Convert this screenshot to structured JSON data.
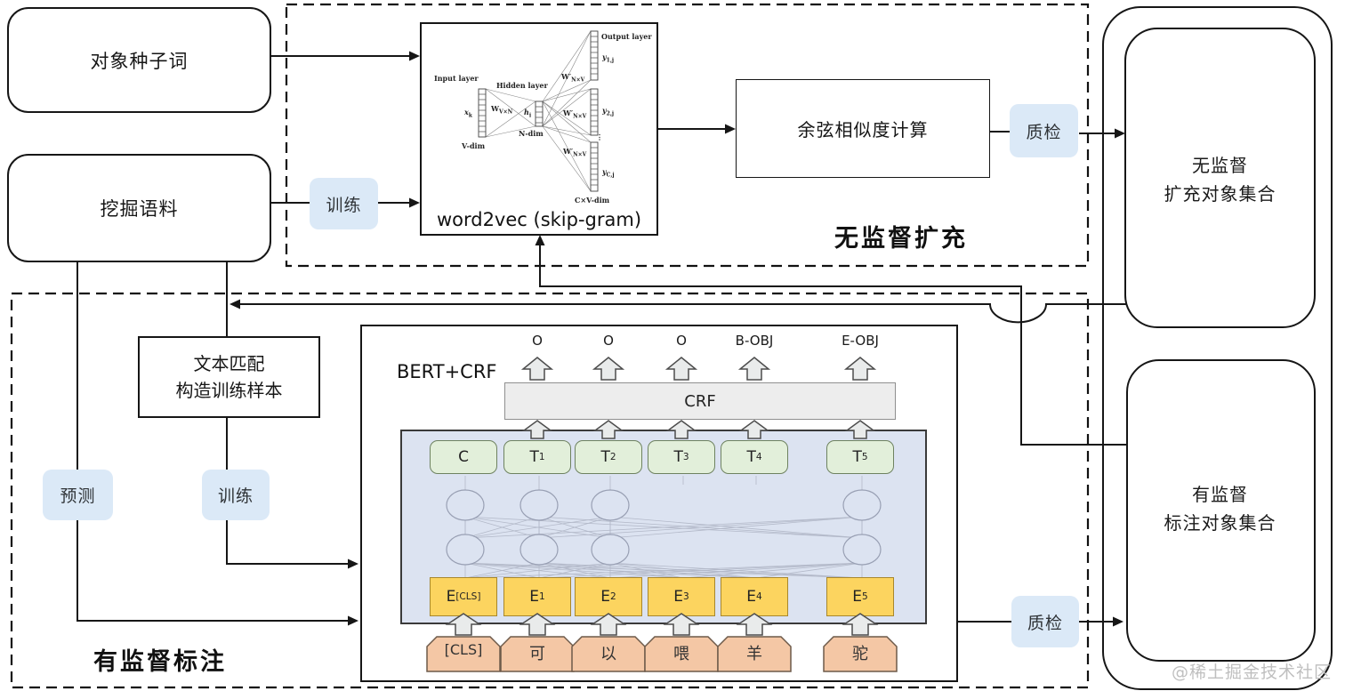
{
  "left": {
    "seed_box": "对象种子词",
    "corpus_box": "挖掘语料"
  },
  "badges": {
    "train_top": "训练",
    "qc_top": "质检",
    "predict": "预测",
    "train_bottom": "训练",
    "qc_bottom": "质检"
  },
  "unsup": {
    "region_label": "无监督扩充",
    "cosine_box": "余弦相似度计算",
    "w2v": {
      "caption": "word2vec (skip-gram)",
      "input_layer": "Input layer",
      "hidden_layer": "Hidden layer",
      "output_layer": "Output layer",
      "x_main": "x",
      "x_sub": "k",
      "w_in_main": "W",
      "w_in_sub": "V×N",
      "h_main": "h",
      "h_sub": "i",
      "w_out_main": "W′",
      "w_out_sub": "N×V",
      "y1_main": "y",
      "y1_sub": "1,j",
      "y2_main": "y",
      "y2_sub": "2,j",
      "yc_main": "y",
      "yc_sub": "C,j",
      "v_dim": "V-dim",
      "n_dim": "N-dim",
      "cv_dim": "C×V-dim",
      "vdots": "⋮"
    }
  },
  "sup": {
    "region_label": "有监督标注",
    "text_match_line1": "文本匹配",
    "text_match_line2": "构造训练样本",
    "bert_label": "BERT+CRF",
    "crf_label": "CRF",
    "columns": [
      {
        "tag": "",
        "top_main": "C",
        "top_sub": "",
        "emb_main": "E",
        "emb_sub": "[CLS]",
        "token": "[CLS]"
      },
      {
        "tag": "O",
        "top_main": "T",
        "top_sub": "1",
        "emb_main": "E",
        "emb_sub": "1",
        "token": "可"
      },
      {
        "tag": "O",
        "top_main": "T",
        "top_sub": "2",
        "emb_main": "E",
        "emb_sub": "2",
        "token": "以"
      },
      {
        "tag": "O",
        "top_main": "T",
        "top_sub": "3",
        "emb_main": "E",
        "emb_sub": "3",
        "token": "喂"
      },
      {
        "tag": "B-OBJ",
        "top_main": "T",
        "top_sub": "4",
        "emb_main": "E",
        "emb_sub": "4",
        "token": "羊"
      },
      {
        "tag": "E-OBJ",
        "top_main": "T",
        "top_sub": "5",
        "emb_main": "E",
        "emb_sub": "5",
        "token": "驼"
      }
    ]
  },
  "right": {
    "top_line1": "无监督",
    "top_line2": "扩充对象集合",
    "bottom_line1": "有监督",
    "bottom_line2": "标注对象集合"
  },
  "watermark": "@稀土掘金技术社区",
  "colors": {
    "badge_bg": "#dbe9f7",
    "green_box": "#e2efda",
    "yellow_box": "#fcd45f",
    "salmon_box": "#f4c7a5",
    "bert_panel": "#dce3f1",
    "line": "#161616"
  }
}
